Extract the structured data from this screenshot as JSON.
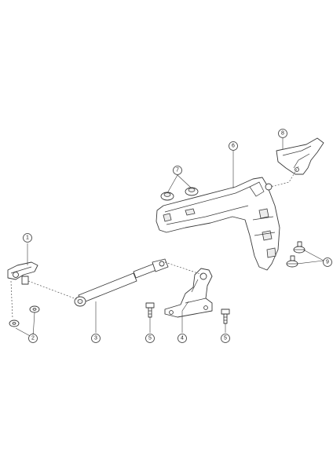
{
  "callouts": {
    "c1": "1",
    "c2": "2",
    "c3": "3",
    "c4": "4",
    "c5a": "5",
    "c5b": "5",
    "c6": "6",
    "c7": "7",
    "c8": "8",
    "c9": "9"
  },
  "colors": {
    "line": "#3a3a3a",
    "shade": "#ececec",
    "background": "#ffffff"
  }
}
